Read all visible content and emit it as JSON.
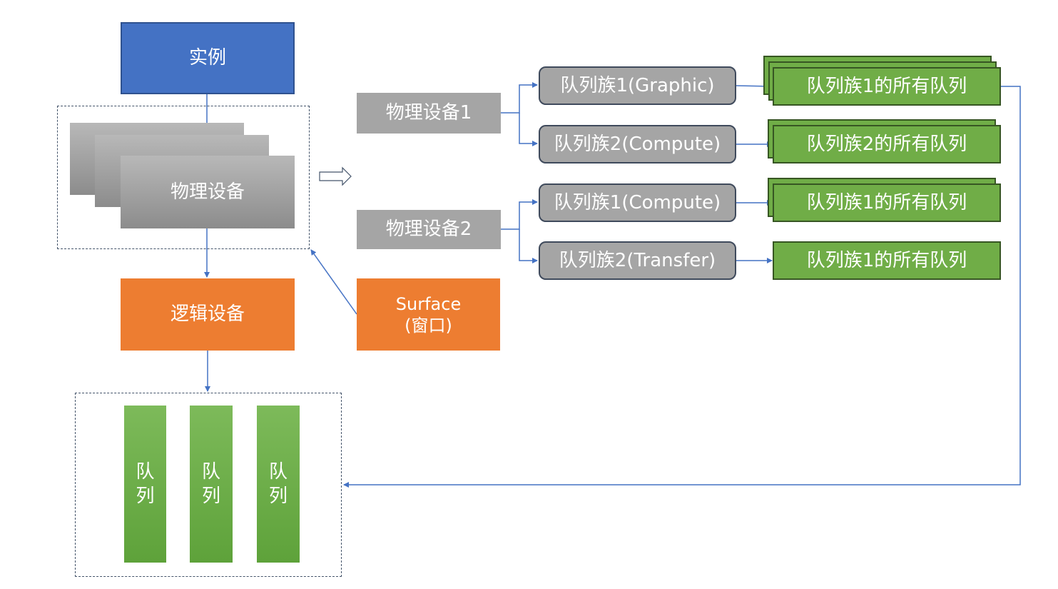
{
  "instance": {
    "label": "实例"
  },
  "physical_device_stack": {
    "label": "物理设备"
  },
  "logical_device": {
    "label": "逻辑设备"
  },
  "surface": {
    "line1": "Surface",
    "line2": "(窗口)"
  },
  "queues": [
    {
      "char1": "队",
      "char2": "列"
    },
    {
      "char1": "队",
      "char2": "列"
    },
    {
      "char1": "队",
      "char2": "列"
    }
  ],
  "devices": [
    {
      "label": "物理设备1",
      "families": [
        {
          "label": "队列族1(Graphic)",
          "queues_label": "队列族1的所有队列"
        },
        {
          "label": "队列族2(Compute)",
          "queues_label": "队列族2的所有队列"
        }
      ]
    },
    {
      "label": "物理设备2",
      "families": [
        {
          "label": "队列族1(Compute)",
          "queues_label": "队列族1的所有队列"
        },
        {
          "label": "队列族2(Transfer)",
          "queues_label": "队列族1的所有队列"
        }
      ]
    }
  ],
  "colors": {
    "blue": "#4472c4",
    "orange": "#ed7d31",
    "gray": "#a5a5a5",
    "green": "#70ad47",
    "connector": "#4472c4"
  }
}
